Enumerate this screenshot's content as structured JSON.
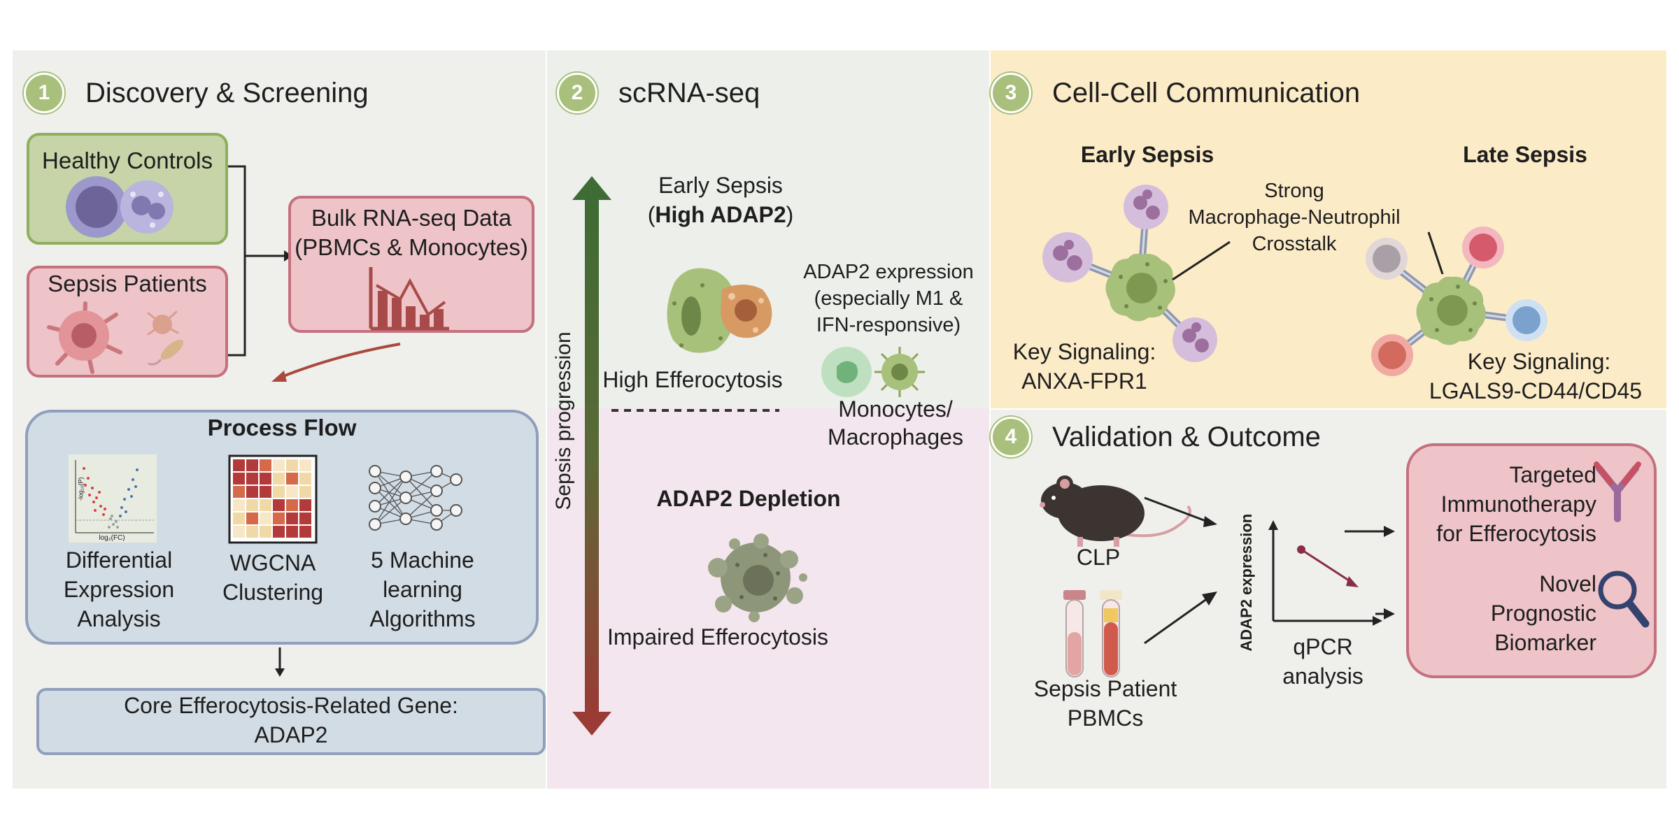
{
  "panel1": {
    "step": "1",
    "title": "Discovery & Screening",
    "healthy_label": "Healthy Controls",
    "sepsis_label": "Sepsis Patients",
    "bulk_line1": "Bulk RNA-seq Data",
    "bulk_line2": "(PBMCs & Monocytes)",
    "process_title": "Process Flow",
    "methods": [
      {
        "line1": "Differential",
        "line2": "Expression",
        "line3": "Analysis"
      },
      {
        "line1": "WGCNA",
        "line2": "Clustering",
        "line3": ""
      },
      {
        "line1": "5 Machine",
        "line2": "learning",
        "line3": "Algorithms"
      }
    ],
    "volcano_xlabel": "log₂(FC)",
    "volcano_ylabel": "-log₁₀(P)",
    "core_line1": "Core Efferocytosis-Related Gene:",
    "core_line2": "ADAP2"
  },
  "panel2": {
    "step": "2",
    "title": "scRNA-seq",
    "axis_label": "Sepsis progression",
    "early_line1": "Early Sepsis",
    "early_open": "(",
    "early_bold": "High ADAP2",
    "early_close": ")",
    "high_effero": "High Efferocytosis",
    "expr_line1": "ADAP2 expression",
    "expr_line2": "(especially M1 &",
    "expr_line3": "IFN-responsive)",
    "mono_line1": "Monocytes/",
    "mono_line2": "Macrophages",
    "depletion": "ADAP2 Depletion",
    "impaired": "Impaired Efferocytosis"
  },
  "panel3": {
    "step": "3",
    "title": "Cell-Cell Communication",
    "early_title": "Early Sepsis",
    "late_title": "Late Sepsis",
    "crosstalk_line1": "Strong",
    "crosstalk_line2": "Macrophage-Neutrophil",
    "crosstalk_line3": "Crosstalk",
    "key_early_line1": "Key Signaling:",
    "key_early_line2": "ANXA-FPR1",
    "key_late_line1": "Key Signaling:",
    "key_late_line2": "LGALS9-CD44/CD45"
  },
  "panel4": {
    "step": "4",
    "title": "Validation & Outcome",
    "clp": "CLP",
    "pbmc_line1": "Sepsis Patient",
    "pbmc_line2": "PBMCs",
    "ylabel": "ADAP2 expression",
    "qpcr_line1": "qPCR",
    "qpcr_line2": "analysis",
    "targeted_line1": "Targeted",
    "targeted_line2": "Immunotherapy",
    "targeted_line3": "for Efferocytosis",
    "novel_line1": "Novel",
    "novel_line2": "Prognostic",
    "novel_line3": "Biomarker"
  },
  "colors": {
    "panel_gray": "#eff0ec",
    "panel_top2": "#ecefea",
    "panel_pink": "#f3e6ee",
    "panel_yellow": "#fcebc7",
    "green_box": "#c6d4a8",
    "green_border": "#8fae5e",
    "pink_box": "#eec4c8",
    "pink_border": "#c5707d",
    "blue_box": "#d2dce4",
    "blue_border": "#8f9fbc",
    "step_circle": "#a9bf7c",
    "arrow_red": "#a94a3b",
    "progress_green": "#3f6b34",
    "progress_red": "#9a3b35"
  }
}
